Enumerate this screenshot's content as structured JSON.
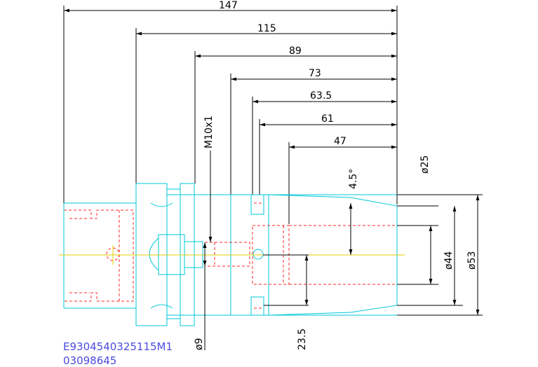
{
  "drawing": {
    "lengths": {
      "d147": "147",
      "d115": "115",
      "d89": "89",
      "d73": "73",
      "d63_5": "63.5",
      "d61": "61",
      "d47": "47"
    },
    "thread": "M10x1",
    "angle": "4.5°",
    "diameters": {
      "phi25": "ø25",
      "phi44": "ø44",
      "phi53": "ø53",
      "phi9": "ø9"
    },
    "offset": "23.5",
    "colors": {
      "outline": "#00c8d8",
      "hidden": "#ff2a2a",
      "center": "#e6d200",
      "dims": "#000000",
      "code": "#4a4adf"
    }
  },
  "part_code": "E9304540325115M1",
  "part_number": "03098645"
}
